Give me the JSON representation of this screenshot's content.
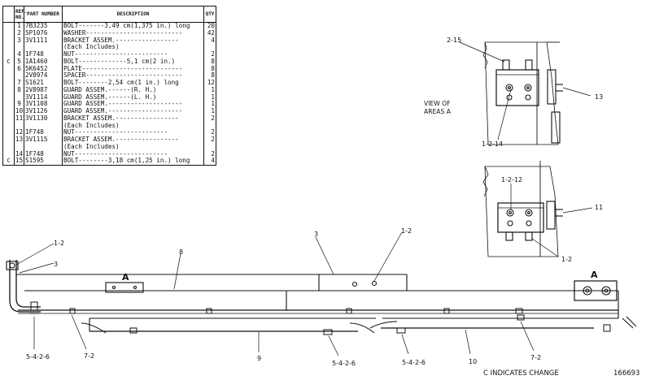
{
  "parts_table": {
    "headers": {
      "ref_no": "REF. NO.",
      "part_number": "PART NUMBER",
      "description": "DESCRIPTION",
      "qty": "QTY"
    },
    "rows": [
      {
        "change": "",
        "ref": "1",
        "part": "7B3235",
        "desc": "BOLT-------3,49 cm(1,375 in.) long",
        "qty": "20"
      },
      {
        "change": "",
        "ref": "2",
        "part": "5P1076",
        "desc": "WASHER--------------------------",
        "qty": "42"
      },
      {
        "change": "",
        "ref": "3",
        "part": "3V1111",
        "desc": "BRACKET ASSEM.-----------------",
        "qty": "4"
      },
      {
        "change": "",
        "ref": "",
        "part": "",
        "desc": "    (Each Includes)",
        "qty": ""
      },
      {
        "change": "",
        "ref": "4",
        "part": "1F748",
        "desc": "    NUT-------------------------",
        "qty": "2"
      },
      {
        "change": "C",
        "ref": "5",
        "part": "1A1460",
        "desc": "BOLT-------------5,1 cm(2 in.)",
        "qty": "8"
      },
      {
        "change": "",
        "ref": "6",
        "part": "5K6452",
        "desc": "PLATE---------------------------",
        "qty": "8"
      },
      {
        "change": "",
        "ref": "",
        "part": "2V8974",
        "desc": "SPACER--------------------------",
        "qty": "8"
      },
      {
        "change": "",
        "ref": "7",
        "part": "S1621",
        "desc": "BOLT--------2,54 cm(1 in.) long",
        "qty": "12"
      },
      {
        "change": "",
        "ref": "8",
        "part": "2V8987",
        "desc": "GUARD ASSEM.------(R. H.)",
        "qty": "1"
      },
      {
        "change": "",
        "ref": "",
        "part": "3V1114",
        "desc": "GUARD ASSEM.------(L. H.)",
        "qty": "1"
      },
      {
        "change": "",
        "ref": "9",
        "part": "3V1108",
        "desc": "GUARD ASSEM.--------------------",
        "qty": "1"
      },
      {
        "change": "",
        "ref": "10",
        "part": "3V1126",
        "desc": "GUARD ASSEM.--------------------",
        "qty": "1"
      },
      {
        "change": "",
        "ref": "11",
        "part": "3V1130",
        "desc": "BRACKET ASSEM.-----------------",
        "qty": "2"
      },
      {
        "change": "",
        "ref": "",
        "part": "",
        "desc": "    (Each Includes)",
        "qty": ""
      },
      {
        "change": "",
        "ref": "12",
        "part": "1F748",
        "desc": "    NUT-------------------------",
        "qty": "2"
      },
      {
        "change": "",
        "ref": "13",
        "part": "3V1115",
        "desc": "BRACKET ASSEM.-----------------",
        "qty": "2"
      },
      {
        "change": "",
        "ref": "",
        "part": "",
        "desc": "    (Each Includes)",
        "qty": ""
      },
      {
        "change": "",
        "ref": "14",
        "part": "1F748",
        "desc": "    NUT-------------------------",
        "qty": "2"
      },
      {
        "change": "C",
        "ref": "15",
        "part": "S1595",
        "desc": "BOLT--------3,18 cm(1,25 in.) long",
        "qty": "4"
      }
    ]
  },
  "callouts": {
    "view_top": {
      "c2_15": "2-15",
      "c13": "13",
      "c1_2_14": "1-2-14"
    },
    "view_bottom": {
      "c1_2_12": "1-2-12",
      "c11": "11",
      "c1_2": "1-2"
    },
    "view_title_line1": "VIEW OF",
    "view_title_line2": "AREAS A",
    "main": {
      "c1_2_left": "1-2",
      "c3_left": "3",
      "c8": "8",
      "c3_mid": "3",
      "c1_2_mid": "1-2",
      "area_a_left": "A",
      "area_a_right": "A",
      "c5_4_2_6_left": "5-4-2-6",
      "c7_2_left": "7-2",
      "c9": "9",
      "c5_4_2_6_mid": "5-4-2-6",
      "c5_4_2_6_mid2": "5-4-2-6",
      "c10": "10",
      "c7_2_right": "7-2"
    }
  },
  "footer": {
    "change_note": "C INDICATES CHANGE",
    "figure_number": "166693"
  }
}
